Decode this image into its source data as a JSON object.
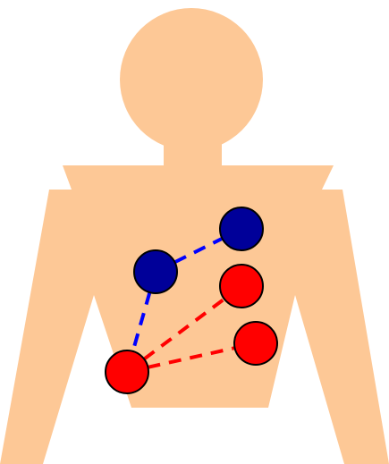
{
  "colors": {
    "background": "#ffffff",
    "skin": "#fdc896",
    "electrode_blue": "#000099",
    "electrode_red": "#ff0000",
    "lead_blue": "#0000ff",
    "lead_red": "#ff0000",
    "outline": "#000000"
  },
  "figure": {
    "parts": [
      "head",
      "neck",
      "torso",
      "left-arm",
      "right-arm"
    ]
  },
  "electrodes": [
    {
      "id": "blue-top-right",
      "color": "blue"
    },
    {
      "id": "blue-center",
      "color": "blue"
    },
    {
      "id": "red-mid-right",
      "color": "red"
    },
    {
      "id": "red-lower-right",
      "color": "red"
    },
    {
      "id": "red-bottom-left",
      "color": "red"
    }
  ],
  "leads": [
    {
      "from": "blue-center",
      "to": "blue-top-right",
      "color": "blue",
      "style": "dashed"
    },
    {
      "from": "blue-center",
      "to": "red-bottom-left",
      "color": "blue",
      "style": "dashed"
    },
    {
      "from": "red-bottom-left",
      "to": "red-mid-right",
      "color": "red",
      "style": "dashed"
    },
    {
      "from": "red-bottom-left",
      "to": "red-lower-right",
      "color": "red",
      "style": "dashed"
    }
  ]
}
